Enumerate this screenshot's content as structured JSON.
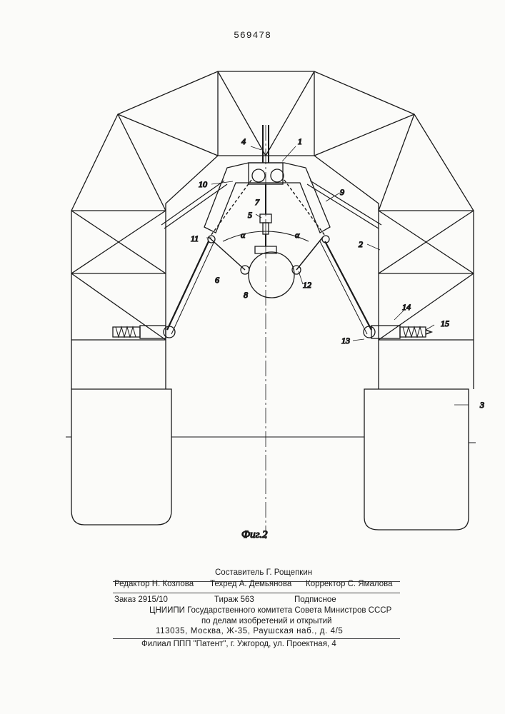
{
  "header": {
    "patent_number": "569478"
  },
  "figure": {
    "caption": "Фиг.2",
    "labels": {
      "l1": "1",
      "l2": "2",
      "l3": "3",
      "l4": "4",
      "l5": "5",
      "l6": "6",
      "l7": "7",
      "l8": "8",
      "l9": "9",
      "l10": "10",
      "l11": "11",
      "l12": "12",
      "l13": "13",
      "l14": "14",
      "l15": "15",
      "alpha_left": "α",
      "alpha_right": "α"
    }
  },
  "colophon": {
    "compiler": "Составитель Г. Рощепкин",
    "editor": "Редактор Н. Козлова",
    "techred": "Техред А. Демьянова",
    "corrector": "Корректор С. Ямалова",
    "order": "Заказ 2915/10",
    "circulation": "Тираж 563",
    "subscription": "Подписное",
    "institute": "ЦНИИПИ Государственного комитета Совета Министров СССР",
    "institute2": "по делам изобретений и открытий",
    "address": "113035, Москва, Ж-35, Раушская наб., д. 4/5",
    "branch": "Филиал ППП \"Патент\", г. Ужгород, ул. Проектная, 4"
  }
}
